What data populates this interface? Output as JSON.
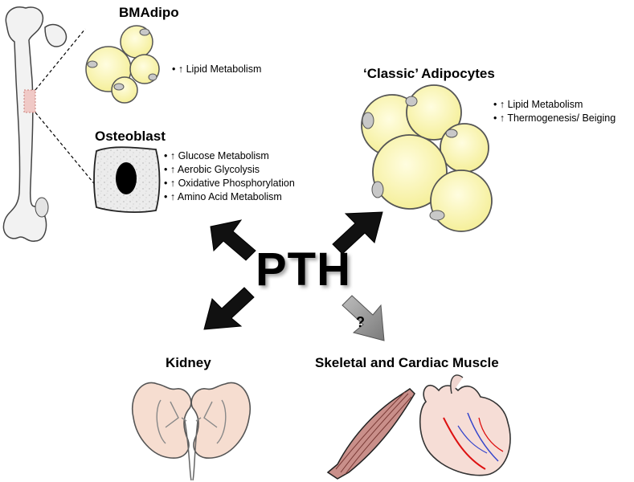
{
  "center_label": "PTH",
  "question_mark": "?",
  "bmadipo": {
    "title": "BMAdipo",
    "effects": [
      "• ↑ Lipid Metabolism"
    ]
  },
  "classic_adipocytes": {
    "title": "‘Classic’ Adipocytes",
    "effects": [
      "• ↑ Lipid Metabolism",
      "• ↑ Thermogenesis/ Beiging"
    ]
  },
  "osteoblast": {
    "title": "Osteoblast",
    "effects": [
      "• ↑ Glucose Metabolism",
      "• ↑ Aerobic Glycolysis",
      "• ↑ Oxidative Phosphorylation",
      "• ↑ Amino Acid Metabolism"
    ]
  },
  "kidney": {
    "title": "Kidney"
  },
  "muscle": {
    "title": "Skeletal and Cardiac Muscle"
  },
  "colors": {
    "adipocyte_fill": "#fbf7b4",
    "arrow_black": "#111111",
    "arrow_grey": "#9a9a9a",
    "kidney_fill": "#f6ddd0",
    "muscle_fill": "#c98f8a"
  }
}
